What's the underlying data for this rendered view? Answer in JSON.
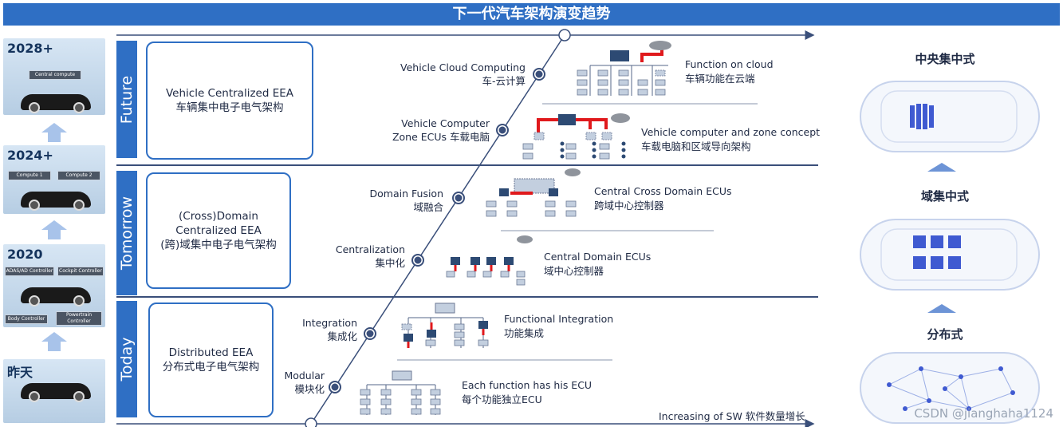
{
  "title": "下一代汽车架构演变趋势",
  "years": [
    {
      "label": "2028+",
      "boxes": [
        "Central compute"
      ]
    },
    {
      "label": "2024+",
      "boxes": [
        "Compute 1",
        "Compute 2"
      ]
    },
    {
      "label": "2020",
      "boxes": [
        "ADAS/AD Controller",
        "Cockpit Controller",
        "Body Controller",
        "Powertrain Controller"
      ]
    },
    {
      "label": "昨天",
      "boxes": []
    }
  ],
  "stages": [
    {
      "tab": "Future",
      "box_line1": "Vehicle Centralized EEA",
      "box_line2": "车辆集中电子电气架构"
    },
    {
      "tab": "Tomorrow",
      "box_line1": "(Cross)Domain",
      "box_line2": "Centralized EEA",
      "box_line3": "(跨)域集中电子电气架构"
    },
    {
      "tab": "Today",
      "box_line1": "Distributed EEA",
      "box_line2": "分布式电子电气架构"
    }
  ],
  "steps": [
    {
      "en": "Vehicle Cloud Computing",
      "cn": "车-云计算",
      "desc_en": "Function on cloud",
      "desc_cn": "车辆功能在云端"
    },
    {
      "en": "Vehicle Computer",
      "cn": "Zone ECUs 车载电脑",
      "desc_en": "Vehicle computer and zone concept",
      "desc_cn": "车载电脑和区域导向架构"
    },
    {
      "en": "Domain Fusion",
      "cn": "域融合",
      "desc_en": "Central Cross Domain ECUs",
      "desc_cn": "跨域中心控制器"
    },
    {
      "en": "Centralization",
      "cn": "集中化",
      "desc_en": "Central Domain ECUs",
      "desc_cn": "域中心控制器"
    },
    {
      "en": "Integration",
      "cn": "集成化",
      "desc_en": "Functional Integration",
      "desc_cn": "功能集成"
    },
    {
      "en": "Modular",
      "cn": "模块化",
      "desc_en": "Each function has his ECU",
      "desc_cn": "每个功能独立ECU"
    }
  ],
  "axis_label": "Increasing of SW 软件数量增长",
  "right_labels": [
    "中央集中式",
    "域集中式",
    "分布式"
  ],
  "watermark": "CSDN @jianghaha1124",
  "colors": {
    "brand_blue": "#2f6fc4",
    "accent_red": "#e0191c",
    "node_dark": "#2d4a73"
  }
}
